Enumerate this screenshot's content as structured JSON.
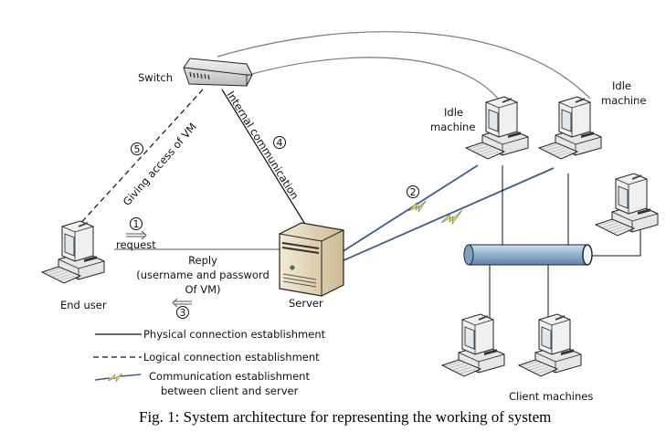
{
  "nodes": {
    "switch": "Switch",
    "end_user": "End user",
    "server": "Server",
    "idle_machine_left_line1": "Idle",
    "idle_machine_left_line2": "machine",
    "idle_machine_right_line1": "Idle",
    "idle_machine_right_line2": "machine",
    "client_machines": "Client machines"
  },
  "edges": {
    "giving_access": "Giving access of VM",
    "internal_communication": "Internal communication",
    "request": "request",
    "reply_line1": "Reply",
    "reply_line2": "(username and password",
    "reply_line3": "Of VM)"
  },
  "steps": {
    "step1": "1",
    "step2": "2",
    "step3": "3",
    "step4": "4",
    "step5": "5"
  },
  "legend": {
    "physical": "Physical connection establishment",
    "logical": "Logical connection establishment",
    "communication_line1": "Communication establishment",
    "communication_line2": "between client and server"
  },
  "caption": "Fig. 1: System architecture for representing the working of system",
  "colors": {
    "wireless_line": "#3b5f8a",
    "bolt": "#f2ec1a",
    "bus_fill": "#9dbbd6",
    "server_body": "#e8dcc0",
    "text_label": "#111111"
  }
}
